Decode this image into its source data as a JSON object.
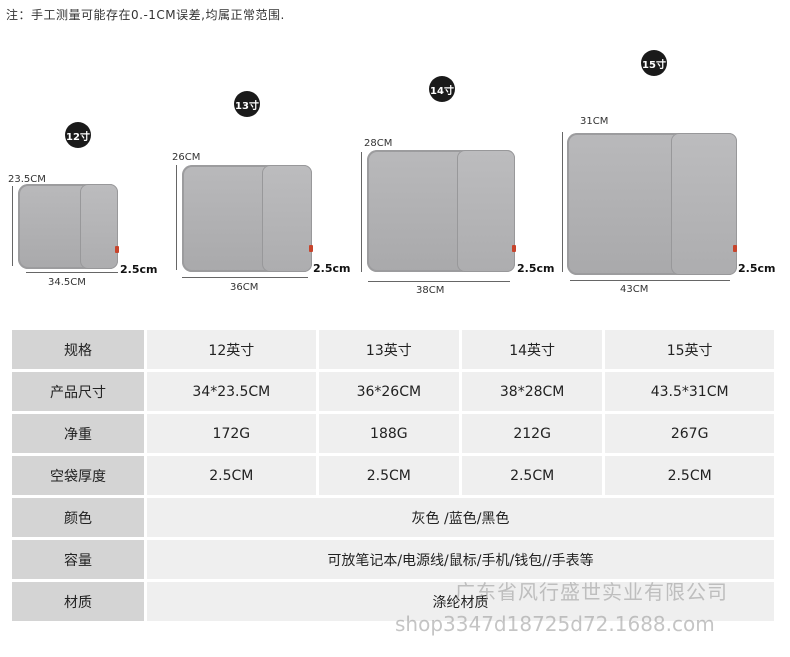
{
  "note": "注：手工测量可能存在0.-1CM误差,均属正常范围.",
  "bags": [
    {
      "badge": "12寸",
      "height": "23.5CM",
      "width": "34.5CM",
      "thickness": "2.5cm"
    },
    {
      "badge": "13寸",
      "height": "26CM",
      "width": "36CM",
      "thickness": "2.5cm"
    },
    {
      "badge": "14寸",
      "height": "28CM",
      "width": "38CM",
      "thickness": "2.5cm"
    },
    {
      "badge": "15寸",
      "height": "31CM",
      "width": "43CM",
      "thickness": "2.5cm"
    }
  ],
  "table": {
    "rows": [
      {
        "label": "规格",
        "cells": [
          "12英寸",
          "13英寸",
          "14英寸",
          "15英寸"
        ]
      },
      {
        "label": "产品尺寸",
        "cells": [
          "34*23.5CM",
          "36*26CM",
          "38*28CM",
          "43.5*31CM"
        ]
      },
      {
        "label": "净重",
        "cells": [
          "172G",
          "188G",
          "212G",
          "267G"
        ]
      },
      {
        "label": "空袋厚度",
        "cells": [
          "2.5CM",
          "2.5CM",
          "2.5CM",
          "2.5CM"
        ]
      },
      {
        "label": "颜色",
        "merged": "灰色 /蓝色/黑色"
      },
      {
        "label": "容量",
        "merged": "可放笔记本/电源线/鼠标/手机/钱包//手表等"
      },
      {
        "label": "材质",
        "merged": "涤纶材质"
      }
    ]
  },
  "watermark": {
    "company": "广东省风行盛世实业有限公司",
    "shop": "shop3347d18725d72.1688.com"
  }
}
